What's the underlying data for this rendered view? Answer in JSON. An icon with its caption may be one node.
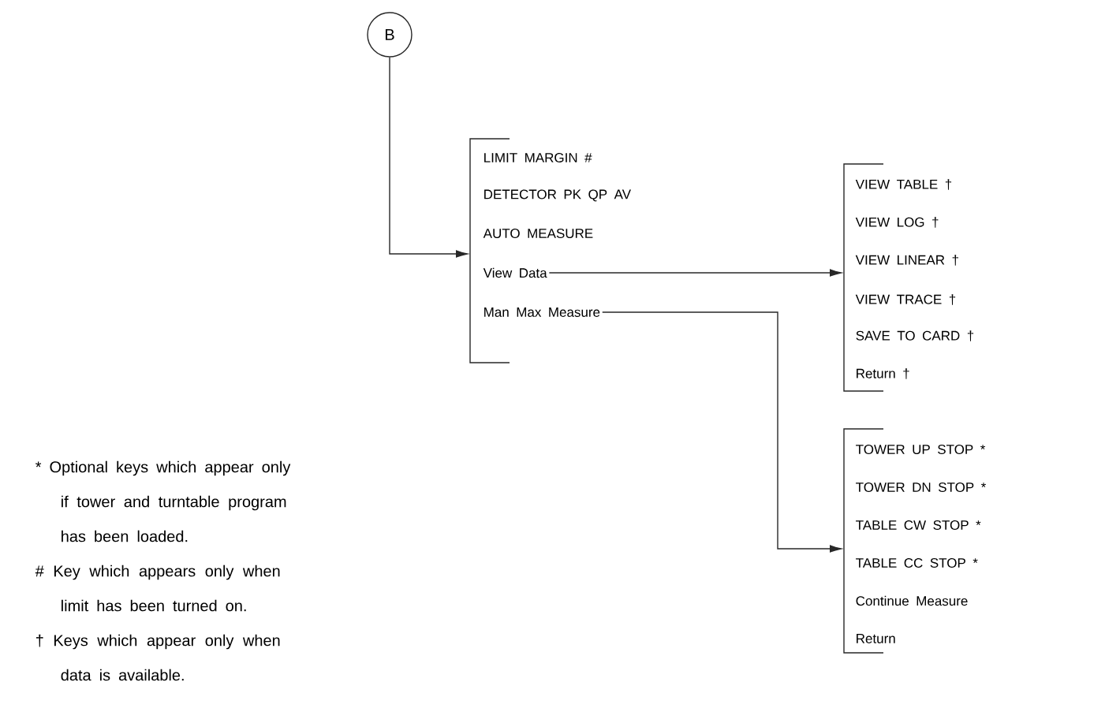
{
  "diagram": {
    "nodes": [
      {
        "text": [
          "B"
        ]
      },
      {
        "text": [],
        "shape": "bar"
      },
      {
        "text": [
          "LIMIT MARGIN #"
        ]
      },
      {
        "text": [
          "DETECTOR PK QP AV"
        ]
      },
      {
        "text": [
          "AUTO MEASURE"
        ]
      },
      {
        "text": [
          "View Data"
        ]
      },
      {
        "text": [
          "Man Max Measure"
        ]
      },
      {
        "text": [],
        "shape": "bar"
      },
      {
        "text": [
          "VIEW TABLE †"
        ]
      },
      {
        "text": [
          "VIEW LOG †"
        ]
      },
      {
        "text": [
          "VIEW LINEAR †"
        ]
      },
      {
        "text": [
          "VIEW TRACE †"
        ]
      },
      {
        "text": [
          "SAVE TO CARD †"
        ]
      },
      {
        "text": [
          "Return †"
        ]
      },
      {
        "text": [],
        "shape": "bar"
      },
      {
        "text": [
          "TOWER UP STOP *"
        ]
      },
      {
        "text": [
          "TOWER DN STOP *"
        ]
      },
      {
        "text": [
          "TABLE CW STOP *"
        ]
      },
      {
        "text": [
          "TABLE CC STOP *"
        ]
      },
      {
        "text": [
          "Continue Measure"
        ]
      },
      {
        "text": [
          "Return"
        ]
      }
    ],
    "edges": [
      {
        "from": 0,
        "to": 1,
        "arrow": "to"
      },
      {
        "from": 5,
        "to": 7,
        "arrow": "to"
      },
      {
        "from": 6,
        "to": 14,
        "arrow": "to"
      }
    ],
    "labels": [
      "* Optional keys which appear only if tower and turntable program has been loaded.",
      "# Key which appears only when limit has been turned on.",
      "† Keys which appear only when data is available."
    ]
  }
}
